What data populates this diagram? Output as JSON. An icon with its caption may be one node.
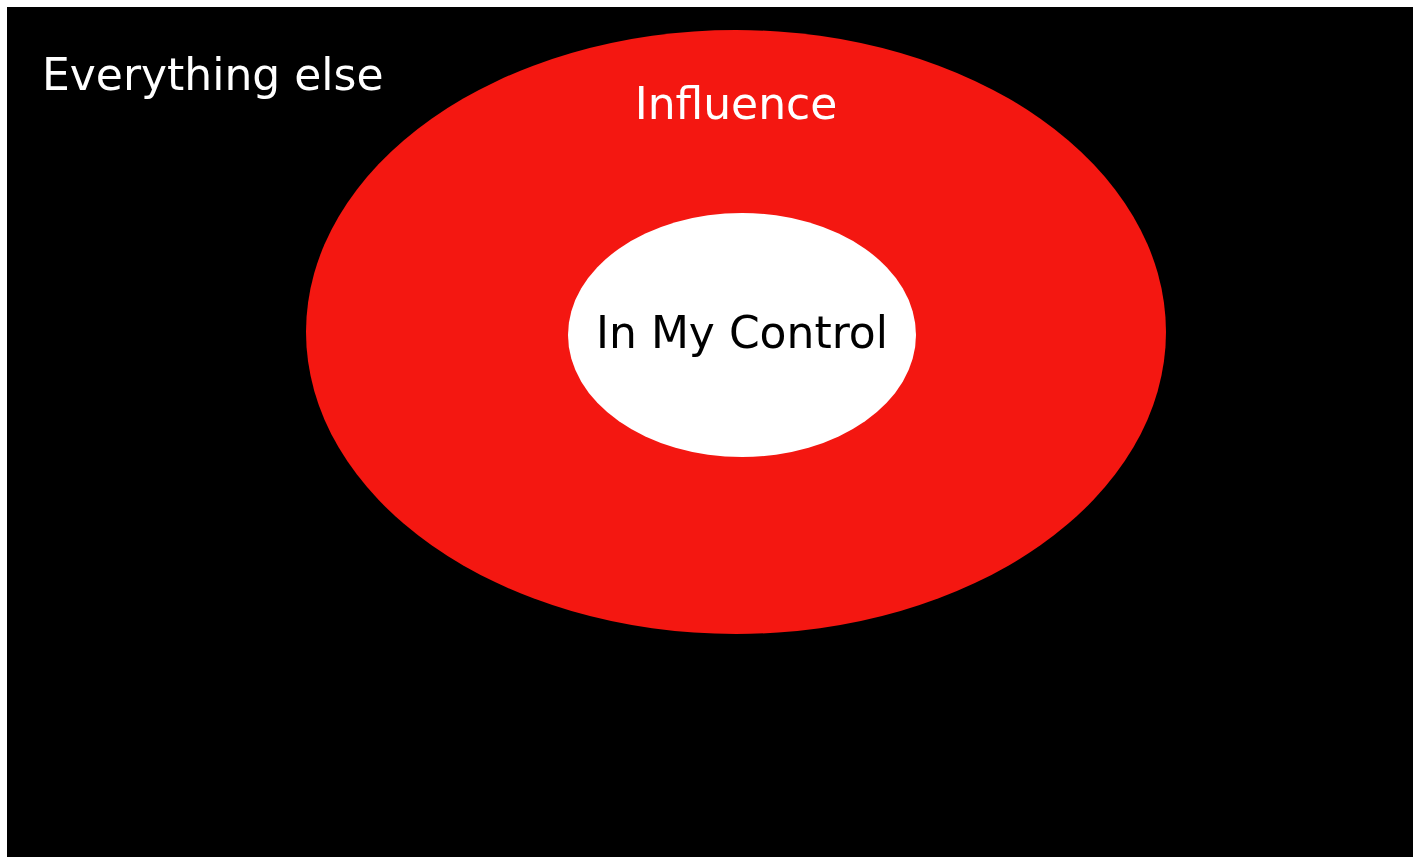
{
  "diagram": {
    "nodes": [
      {
        "text": [
          "Everything else"
        ]
      },
      {
        "text": [
          "Influence"
        ],
        "in": 0
      },
      {
        "text": [
          "In My Control"
        ],
        "in": 1
      }
    ]
  }
}
